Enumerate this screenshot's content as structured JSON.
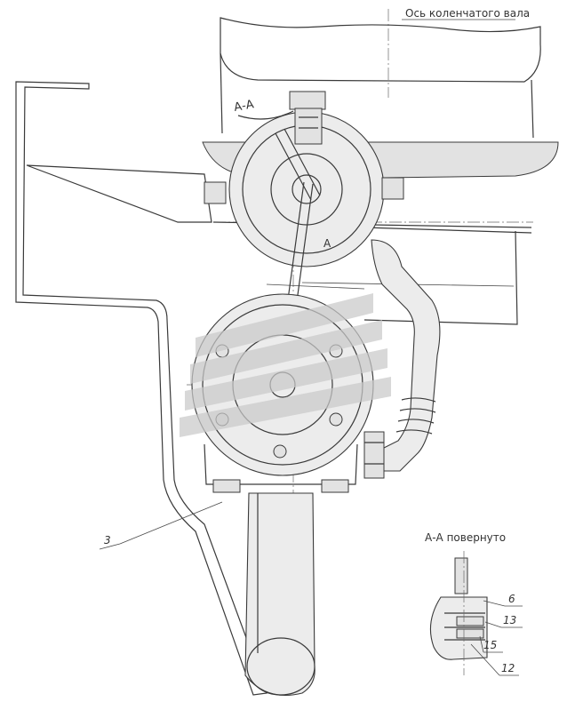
{
  "labels": {
    "crankshaft_axis": "Ось коленчатого вала",
    "section_mark": "А-А",
    "section_arrow_letter": "А",
    "section_view_title": "А-А повернуто"
  },
  "callouts": [
    "3",
    "6",
    "13",
    "15",
    "12"
  ],
  "colors": {
    "line": "#3a3a3a",
    "fill": "#ececec",
    "watermark": "#c9c9c9"
  }
}
